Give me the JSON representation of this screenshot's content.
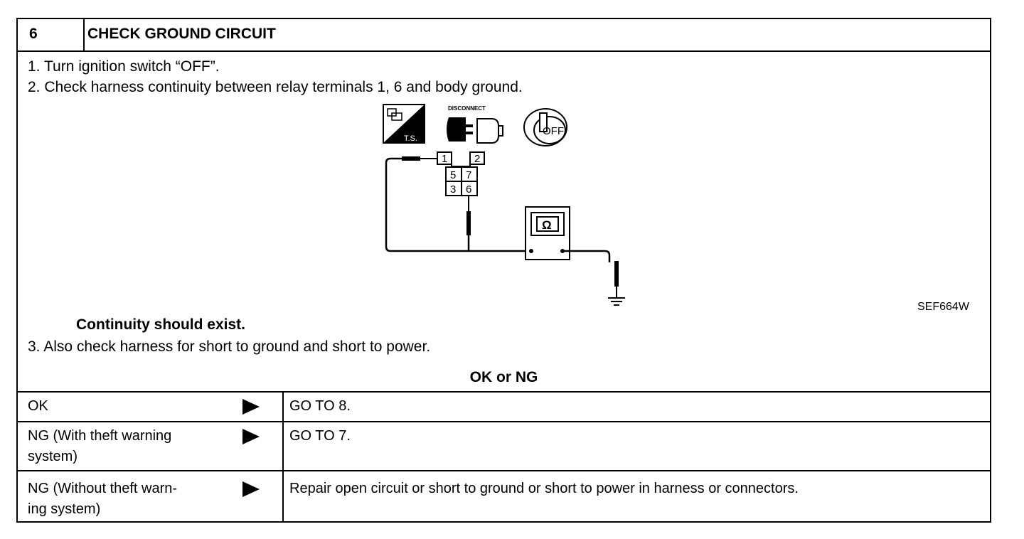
{
  "header": {
    "step_number": "6",
    "title": "CHECK GROUND CIRCUIT"
  },
  "steps": {
    "s1": "1.  Turn ignition switch “OFF”.",
    "s2": "2.  Check harness continuity between relay terminals 1, 6 and body ground.",
    "s3": "3.  Also check harness for short to ground and short to power."
  },
  "diagram": {
    "icons": [
      "tester-ts-icon",
      "disconnect-connector-icon",
      "ignition-key-off-icon"
    ],
    "ts_label": "T.S.",
    "disconnect_label": "DISCONNECT",
    "key_label": "OFF",
    "terminals": [
      "1",
      "2",
      "5",
      "7",
      "3",
      "6"
    ],
    "meter_symbol": "Ω",
    "figure_code": "SEF664W"
  },
  "result_note": "Continuity should exist.",
  "decision_header": "OK or NG",
  "results": [
    {
      "condition": "OK",
      "action": "GO TO 8."
    },
    {
      "condition_line1": "NG (With theft warning",
      "condition_line2": "system)",
      "action": "GO TO 7."
    },
    {
      "condition_line1": "NG (Without theft warn-",
      "condition_line2": "ing system)",
      "action": "Repair open circuit or short to ground or short to power in harness or connectors."
    }
  ]
}
